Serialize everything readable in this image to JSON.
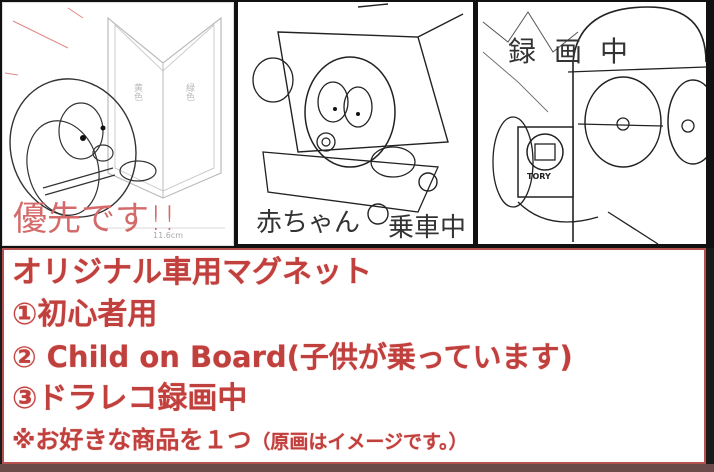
{
  "panels": [
    {
      "id": "beginner",
      "handwritten_caption": "優先です!!",
      "sign_labels": [
        "黄色",
        "緑色"
      ],
      "dimension_label": "11.6cm",
      "caption_color": "#d46a6a"
    },
    {
      "id": "child-on-board",
      "handwritten_caption_left": "赤ちゃん",
      "handwritten_caption_right": "乗車中"
    },
    {
      "id": "dashcam",
      "handwritten_caption": "録画中",
      "camera_label": "TORY"
    }
  ],
  "caption": {
    "title": "オリジナル車用マグネット",
    "option1": "①初心者用",
    "option2": "② Child on Board(子供が乗っています)",
    "option3": "③ドラレコ録画中",
    "note_main": "※お好きな商品を１つ",
    "note_paren": "（原画はイメージです。）",
    "text_color": "#c0403d",
    "border_color": "#b5524f"
  }
}
